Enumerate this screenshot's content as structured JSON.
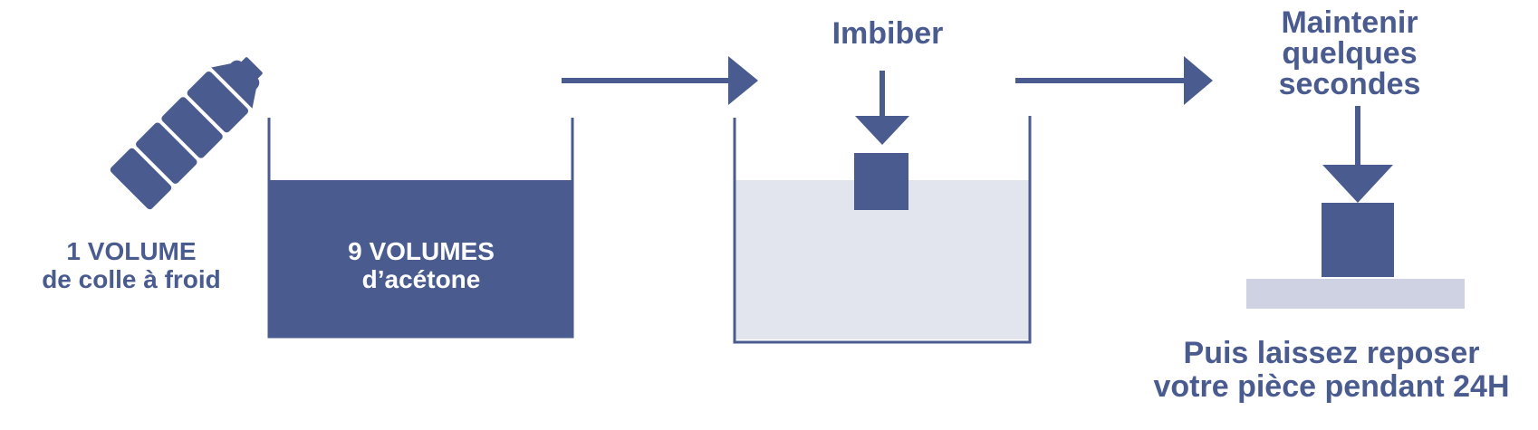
{
  "colors": {
    "primary": "#4a5b8f",
    "liquid_light": "#e2e4ee",
    "base_plate": "#cfd2e2",
    "background": "#ffffff"
  },
  "icons": {
    "bottle": "glue-bottle-icon"
  },
  "steps": {
    "glue": {
      "line1": "1 VOLUME",
      "line2": "de colle à froid"
    },
    "acetone": {
      "line1": "9 VOLUMES",
      "line2": "d’acétone"
    },
    "soak": {
      "label": "Imbiber"
    },
    "hold": {
      "line1": "Maintenir",
      "line2": "quelques",
      "line3": "secondes"
    },
    "rest": {
      "line1": "Puis laissez reposer",
      "line2": "votre pièce pendant 24H"
    }
  }
}
